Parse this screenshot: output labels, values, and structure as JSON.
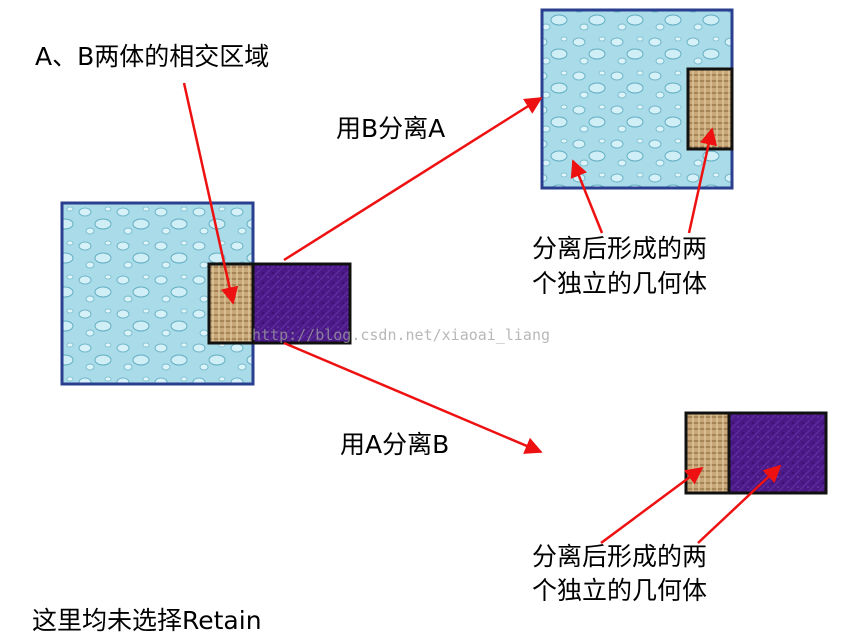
{
  "labels": {
    "intersection": "A、B两体的相交区域",
    "split_a_by_b": "用B分离A",
    "split_b_by_a": "用A分离B",
    "result_top_line1": "分离后形成的两",
    "result_top_line2": "个独立的几何体",
    "result_bottom_line1": "分离后形成的两",
    "result_bottom_line2": "个独立的几何体",
    "note": "这里均未选择Retain",
    "watermark": "http://blog.csdn.net/xiaoai_liang"
  },
  "colors": {
    "arrow": "#ee1111",
    "outline": "#111111",
    "box_border": "#2a3f8f",
    "water": "#a9dbe8",
    "burlap": "#c8a878",
    "purple": "#4b1a86"
  }
}
